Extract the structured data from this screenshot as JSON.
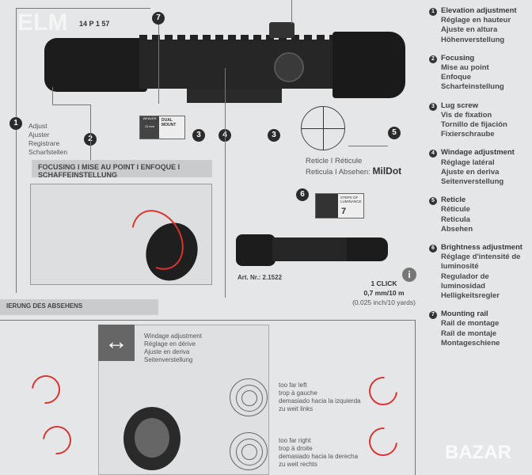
{
  "watermark_top": "ELM",
  "model_code": "14 P 1 57",
  "watermark_bottom": "BAZAR",
  "legend": [
    {
      "n": "1",
      "title": "Elevation adjustment",
      "lines": [
        "Réglage en hauteur",
        "Ajuste en altura",
        "Höhenverstellung"
      ]
    },
    {
      "n": "2",
      "title": "Focusing",
      "lines": [
        "Mise au point",
        "Enfoque",
        "Scharfeinstellung"
      ]
    },
    {
      "n": "3",
      "title": "Lug screw",
      "lines": [
        "Vis de fixation",
        "Tornillo de fijación",
        "Fixierschraube"
      ]
    },
    {
      "n": "4",
      "title": "Windage adjustment",
      "lines": [
        "Réglage latéral",
        "Ajuste en deriva",
        "Seitenverstellung"
      ]
    },
    {
      "n": "5",
      "title": "Reticle",
      "lines": [
        "Réticule",
        "Reticula",
        "Absehen"
      ]
    },
    {
      "n": "6",
      "title": "Brightness adjustment",
      "lines": [
        "Réglage d'intensité de",
        "luminosité",
        "Regulador de luminosidad",
        "Helligkeitsregler"
      ]
    },
    {
      "n": "7",
      "title": "Mounting rail",
      "lines": [
        "Rail de montage",
        "Rail de montaje",
        "Montageschiene"
      ]
    }
  ],
  "adjust": [
    "Adjust",
    "Ajuster",
    "Registrare",
    "Scharfstellen"
  ],
  "dual_mount": {
    "label": "DUAL MOUNT",
    "top": "WEAVER",
    "bottom": "11 mm"
  },
  "focusing_band": "FOCUSING I MISE AU POINT I ENFOQUE I SCHAFFEINSTELLUNG",
  "reticle": {
    "line1": "Reticle I Réticule",
    "line2": "Reticula I Absehen:",
    "name": "MilDot"
  },
  "luminance": {
    "label": "STEPS OF LUMINANCE",
    "value": "7"
  },
  "art_nr": "Art. Nr.: 2.1522",
  "click": {
    "l1": "1 CLICK",
    "l2": "0,7 mm/10 m",
    "l3": "(0.025 inch/10 yards)"
  },
  "absehen_band": "IERUNG DES ABSEHENS",
  "windage": [
    "Windage adjustment",
    "Réglage en dérive",
    "Ajuste en deriva",
    "Seitenverstellung"
  ],
  "too_left": [
    "too far left",
    "trop à gauche",
    "demasiado hacia la izquierda",
    "zu weit links"
  ],
  "too_right": [
    "too far right",
    "trop à droite",
    "demasiado hacia la derecha",
    "zu weit rechts"
  ],
  "numbers": [
    "1",
    "2",
    "3",
    "3",
    "4",
    "5",
    "6",
    "7"
  ],
  "info_icon": "i"
}
